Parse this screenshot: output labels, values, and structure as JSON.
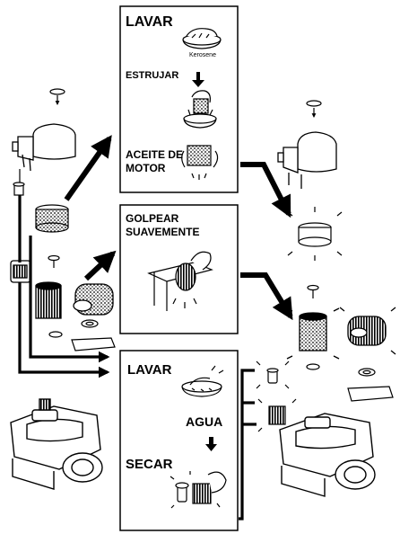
{
  "panel_top": {
    "label_wash": "LAVAR",
    "product_label": "Kerosene",
    "label_squeeze": "ESTRUJAR",
    "label_oil_line1": "ACEITE DE",
    "label_oil_line2": "MOTOR"
  },
  "panel_middle": {
    "label_line1": "GOLPEAR",
    "label_line2": "SUAVEMENTE"
  },
  "panel_bottom": {
    "label_wash": "LAVAR",
    "label_water": "AGUA",
    "label_dry": "SECAR"
  }
}
